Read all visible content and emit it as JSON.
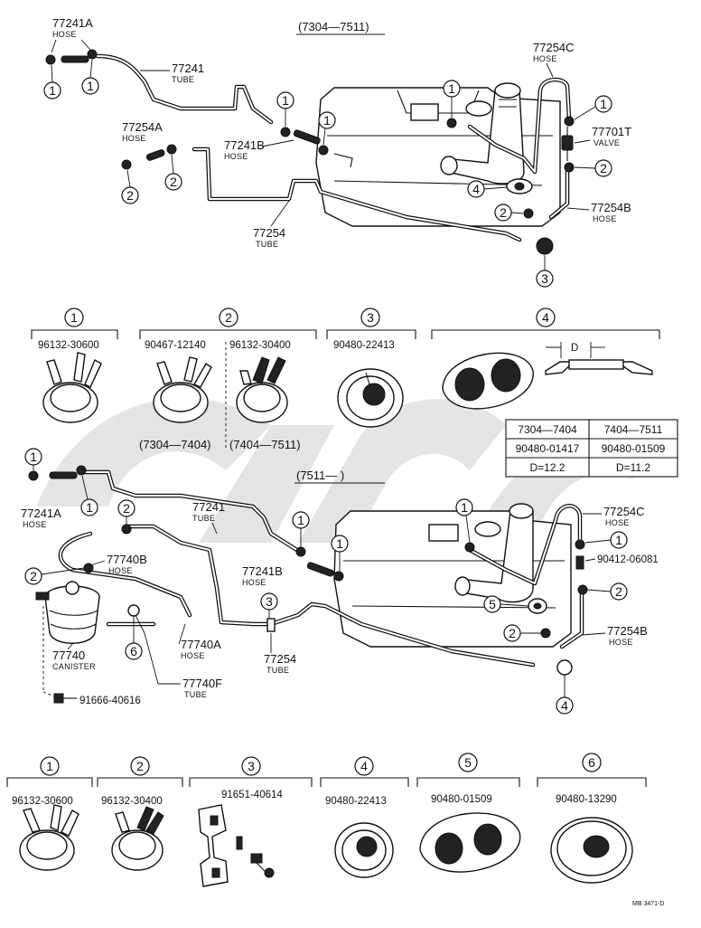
{
  "diagram": {
    "top": {
      "range": "(7304—7511)",
      "labels": {
        "hose_77241A": {
          "num": "77241A",
          "sub": "HOSE"
        },
        "tube_77241": {
          "num": "77241",
          "sub": "TUBE"
        },
        "hose_77254C": {
          "num": "77254C",
          "sub": "HOSE"
        },
        "hose_77254A": {
          "num": "77254A",
          "sub": "HOSE"
        },
        "hose_77241B": {
          "num": "77241B",
          "sub": "HOSE"
        },
        "valve_77701T": {
          "num": "77701T",
          "sub": "VALVE"
        },
        "tube_77254": {
          "num": "77254",
          "sub": "TUBE"
        },
        "hose_77254B": {
          "num": "77254B",
          "sub": "HOSE"
        }
      }
    },
    "parts_top": {
      "c1": {
        "no": "1",
        "parts": [
          "96132-30600"
        ]
      },
      "c2": {
        "no": "2",
        "parts": [
          "90467-12140",
          "96132-30400"
        ],
        "ranges": [
          "(7304—7404)",
          "(7404—7511)"
        ]
      },
      "c3": {
        "no": "3",
        "parts": [
          "90480-22413"
        ]
      },
      "c4": {
        "no": "4",
        "dim_label": "D"
      }
    },
    "table": {
      "headers": [
        "7304—7404",
        "7404—7511"
      ],
      "row1": [
        "90480-01417",
        "90480-01509"
      ],
      "row2": [
        "D=12.2",
        "D=11.2"
      ]
    },
    "bottom": {
      "range": "(7511—    )",
      "labels": {
        "hose_77241A": {
          "num": "77241A",
          "sub": "HOSE"
        },
        "tube_77241": {
          "num": "77241",
          "sub": "TUBE"
        },
        "hose_77254C": {
          "num": "77254C",
          "sub": "HOSE"
        },
        "hose_77740B": {
          "num": "77740B",
          "sub": "HOSE"
        },
        "hose_77241B": {
          "num": "77241B",
          "sub": "HOSE"
        },
        "part_90412": {
          "num": "90412-06081"
        },
        "canister_77740": {
          "num": "77740",
          "sub": "CANISTER"
        },
        "hose_77740A": {
          "num": "77740A",
          "sub": "HOSE"
        },
        "tube_77254": {
          "num": "77254",
          "sub": "TUBE"
        },
        "hose_77254B": {
          "num": "77254B",
          "sub": "HOSE"
        },
        "tube_77740F": {
          "num": "77740F",
          "sub": "TUBE"
        },
        "bolt_91666": {
          "num": "91666-40616"
        }
      }
    },
    "parts_bottom": {
      "c1": {
        "no": "1",
        "part": "96132-30600"
      },
      "c2": {
        "no": "2",
        "part": "96132-30400"
      },
      "c3": {
        "no": "3",
        "part": "91651-40614"
      },
      "c4": {
        "no": "4",
        "part": "90480-22413"
      },
      "c5": {
        "no": "5",
        "part": "90480-01509"
      },
      "c6": {
        "no": "6",
        "part": "90480-13290"
      }
    },
    "footer_code": "MB 3471-D",
    "watermark_text": "OEM"
  }
}
